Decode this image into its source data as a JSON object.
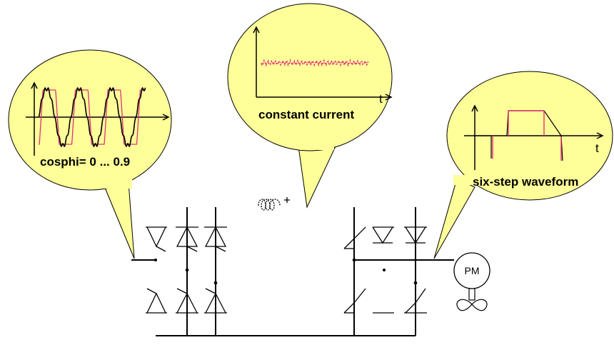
{
  "bubbles": {
    "left": {
      "label": "cosphi= 0 ... 0.9"
    },
    "middle": {
      "label": "constant current",
      "axis_label": "t"
    },
    "right": {
      "label": "six-step waveform",
      "axis_label": "t"
    }
  },
  "motor": {
    "label": "PM"
  },
  "colors": {
    "bubble_fill": "#ffff99",
    "bubble_stroke": "#000000",
    "waveform_voltage": "#000000",
    "waveform_current": "#e0307a"
  }
}
